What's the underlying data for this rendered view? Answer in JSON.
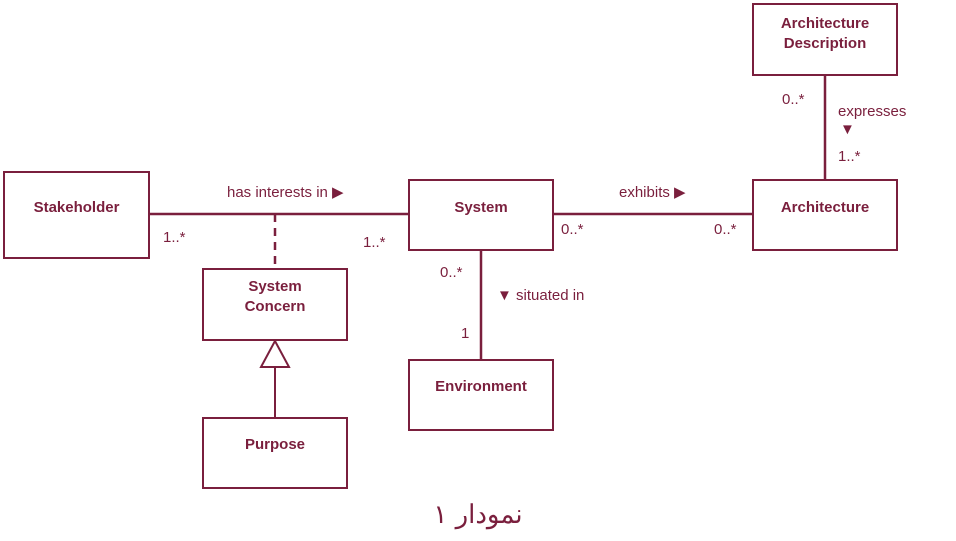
{
  "diagram": {
    "boxes": {
      "stakeholder": "Stakeholder",
      "system": "System",
      "architecture": "Architecture",
      "architecture_description_line1": "Architecture",
      "architecture_description_line2": "Description",
      "system_concern_line1": "System",
      "system_concern_line2": "Concern",
      "purpose": "Purpose",
      "environment": "Environment"
    },
    "associations": {
      "has_interests_in": "has interests in ▶",
      "exhibits": "exhibits ▶",
      "expresses": "expresses",
      "expresses_arrow": "▼",
      "situated_in": "▼ situated in"
    },
    "multiplicities": {
      "stakeholder_side": "1..*",
      "system_left": "1..*",
      "system_right": "0..*",
      "architecture_left": "0..*",
      "arch_desc_bottom": "0..*",
      "architecture_top": "1..*",
      "system_bottom": "0..*",
      "environment_top": "1"
    },
    "colors": {
      "stroke": "#7a1f3d"
    }
  },
  "caption": "نمودار ۱"
}
